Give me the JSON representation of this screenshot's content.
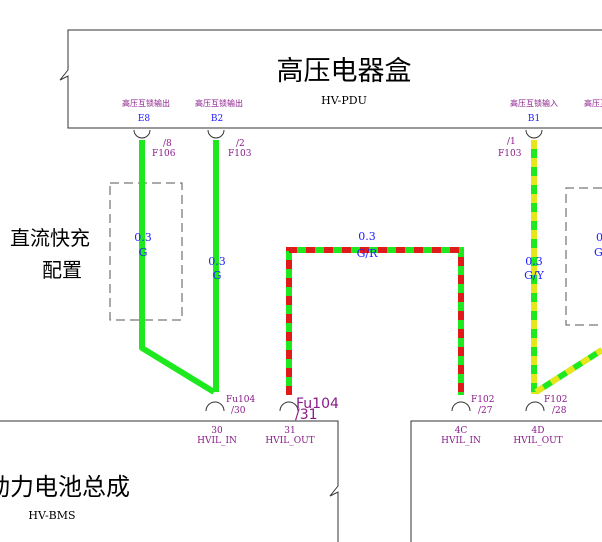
{
  "colors": {
    "green": "#1ee81e",
    "red": "#e01a1a",
    "yellow": "#e6e61a",
    "blue_text": "#1a1aff",
    "purple_text": "#8a1a8a",
    "box_stroke": "#333333",
    "dash_stroke": "#555555"
  },
  "pdu": {
    "title": "高压电器盒",
    "subtitle": "HV-PDU",
    "pins": [
      {
        "label": "高压互锁输出",
        "pin": "E8",
        "fuse_no": "/8",
        "fuse": "F106"
      },
      {
        "label": "高压互锁输出",
        "pin": "B2",
        "fuse_no": "/2",
        "fuse": "F103"
      },
      {
        "label": "高压互锁输入",
        "pin": "B1",
        "fuse_no": "/1",
        "fuse": "F103"
      },
      {
        "label": "高压互"
      }
    ]
  },
  "dc_fast_charge_note": {
    "line1": "直流快充",
    "line2": "配置"
  },
  "wires": [
    {
      "size": "0.3",
      "color_code": "G"
    },
    {
      "size": "0.3",
      "color_code": "G"
    },
    {
      "size": "0.3",
      "color_code": "G/R"
    },
    {
      "size": "0.3",
      "color_code": "G/Y"
    },
    {
      "size": "0",
      "color_code": "G"
    }
  ],
  "bms": {
    "title": "动力电池总成",
    "subtitle": "HV-BMS",
    "pins": [
      {
        "pin": "30",
        "name": "HVIL_IN",
        "fuse": "Fu104",
        "fuse_no": "/30"
      },
      {
        "pin": "31",
        "name": "HVIL_OUT",
        "fuse": "Fu104",
        "fuse_no": "/31"
      }
    ]
  },
  "right_module": {
    "pins": [
      {
        "pin": "4C",
        "name": "HVIL_IN",
        "fuse": "F102",
        "fuse_no": "/27"
      },
      {
        "pin": "4D",
        "name": "HVIL_OUT",
        "fuse": "F102",
        "fuse_no": "/28"
      }
    ]
  }
}
